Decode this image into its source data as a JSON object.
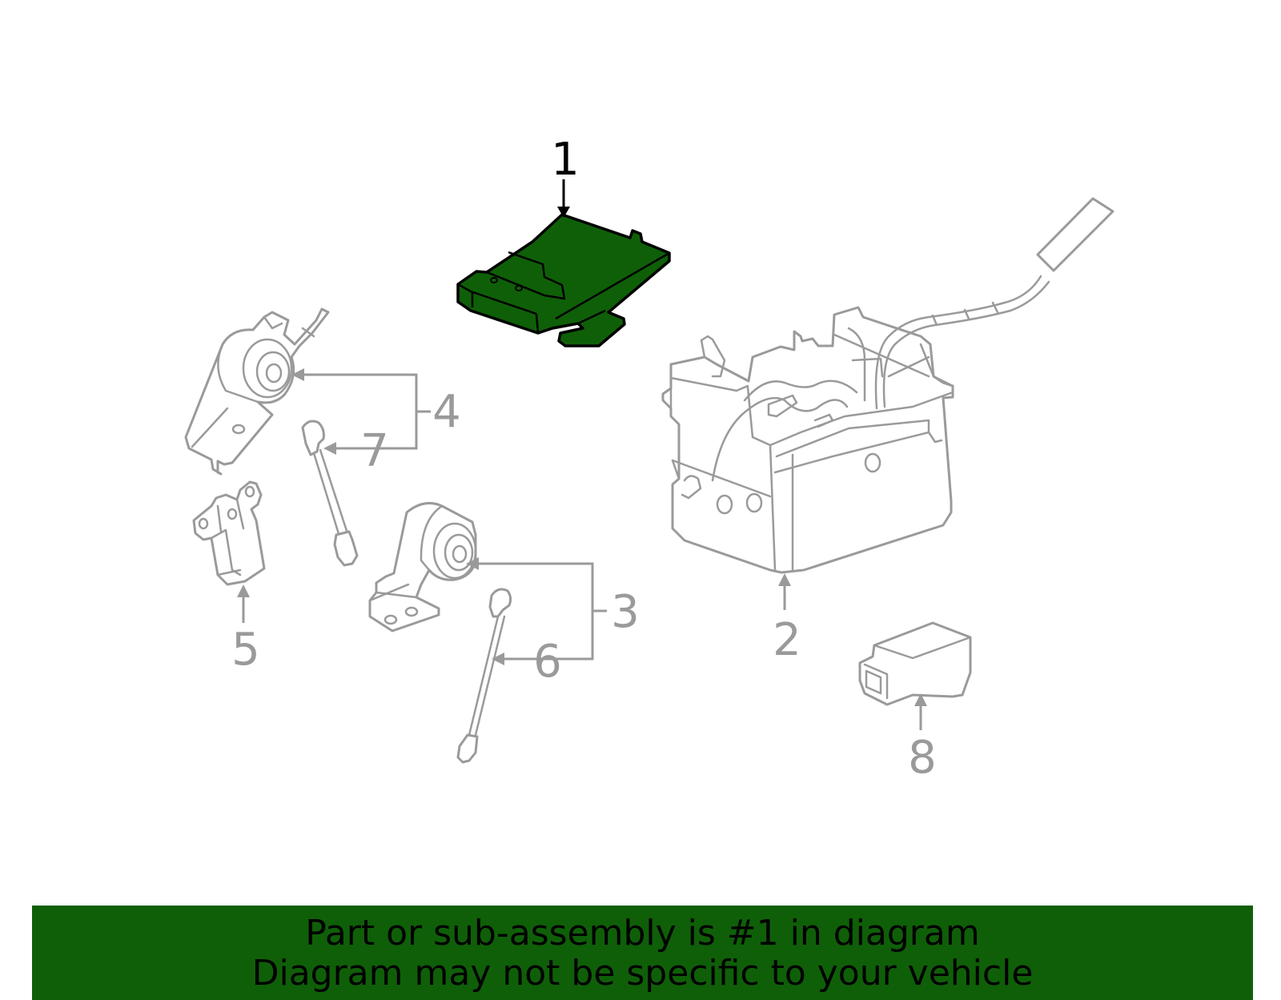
{
  "colors": {
    "highlight": "#0f5f08",
    "part_line": "#9a9a9a",
    "banner_background": "#0f5f08",
    "banner_text": "#000000"
  },
  "callouts": {
    "c1": "1",
    "c2": "2",
    "c3": "3",
    "c4": "4",
    "c5": "5",
    "c6": "6",
    "c7": "7",
    "c8": "8"
  },
  "banner": {
    "line1": "Part or sub-assembly is #1 in diagram",
    "line2": "Diagram may not be specific to your vehicle"
  }
}
